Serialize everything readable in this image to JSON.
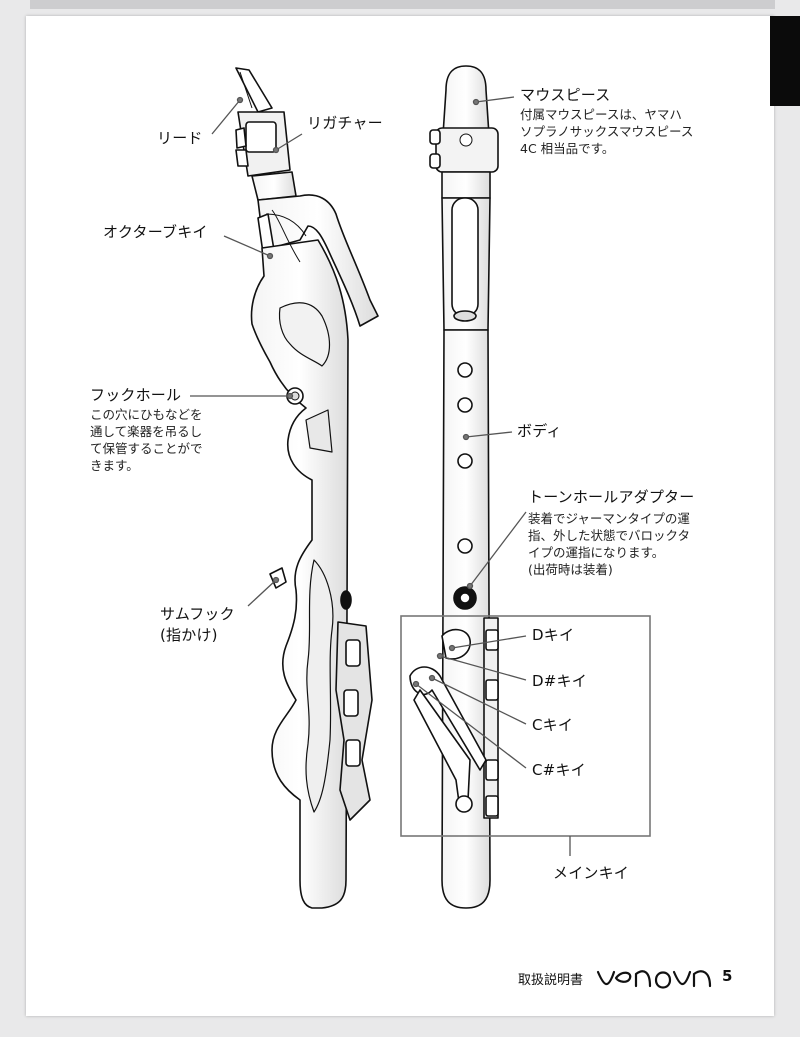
{
  "labels": {
    "reed": "リード",
    "ligature": "リガチャー",
    "octave_key": "オクターブキイ",
    "hook_hole": "フックホール",
    "hook_hole_desc": "この穴にひもなどを\n通して楽器を吊るし\nて保管することがで\nきます。",
    "thumb_hook": "サムフック\n(指かけ)",
    "mouthpiece": "マウスピース",
    "mouthpiece_desc": "付属マウスピースは、ヤマハ\nソプラノサックスマウスピース\n4C 相当品です。",
    "body": "ボディ",
    "tone_hole_adapter": "トーンホールアダプター",
    "tone_hole_adapter_desc": "装着でジャーマンタイプの運\n指、外した状態でバロックタ\nイプの運指になります。\n(出荷時は装着)",
    "d_key": "Dキイ",
    "d_sharp_key": "D#キイ",
    "c_key": "Cキイ",
    "c_sharp_key": "C#キイ",
    "main_key": "メインキイ"
  },
  "footer": {
    "title": "取扱説明書",
    "page_number": "5"
  }
}
